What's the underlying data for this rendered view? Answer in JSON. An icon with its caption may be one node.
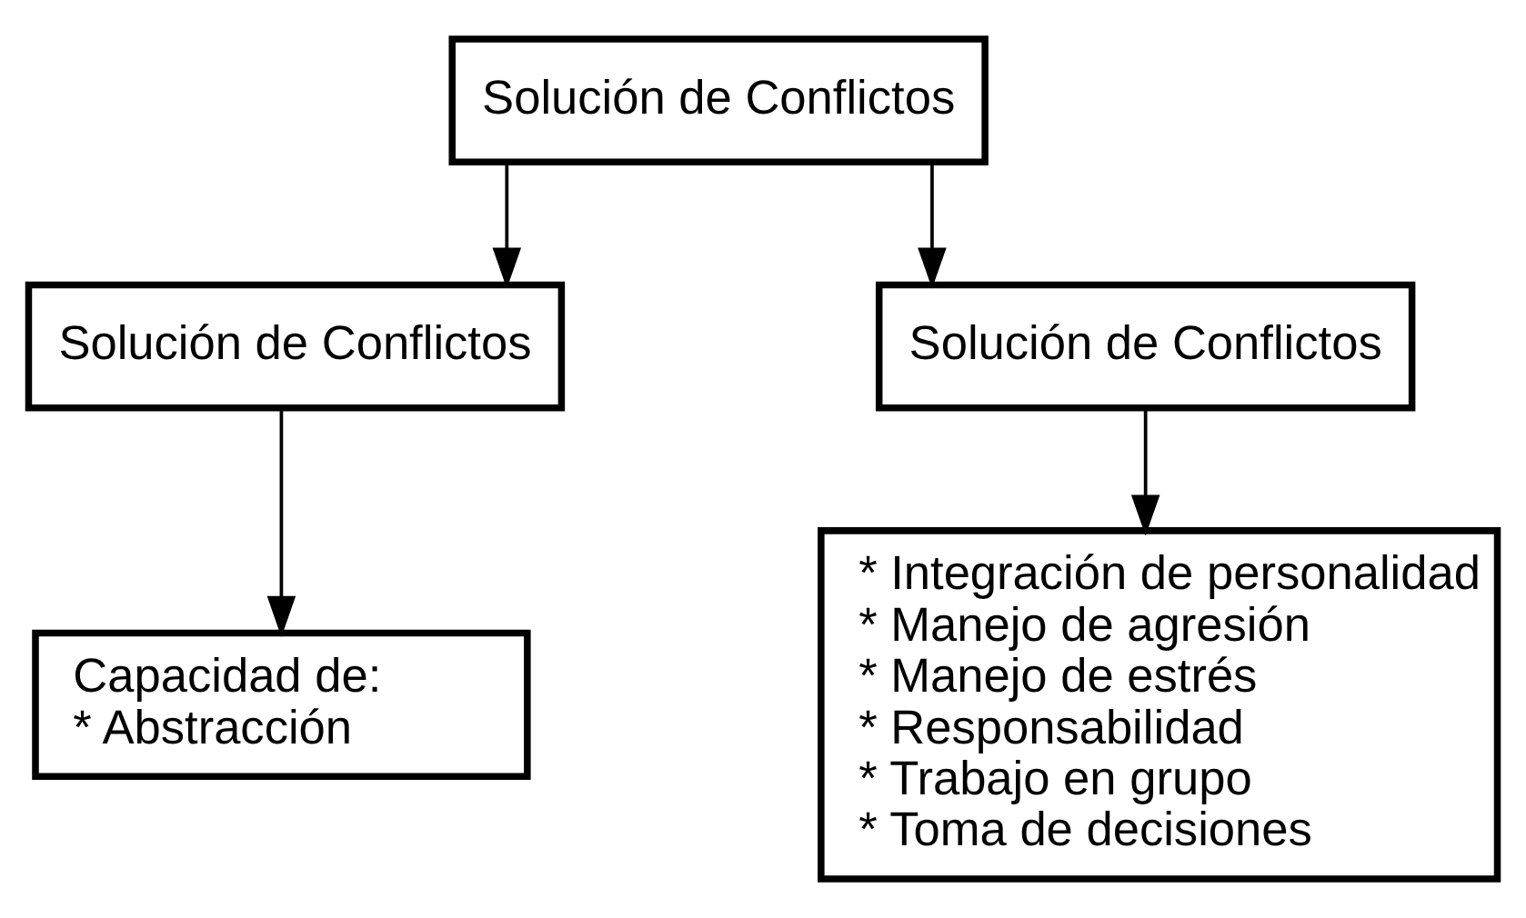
{
  "diagram": {
    "nodes": [
      {
        "text": [
          "Solución de Conflictos"
        ]
      },
      {
        "text": [
          "Solución de Conflictos"
        ]
      },
      {
        "text": [
          "Solución de Conflictos"
        ]
      },
      {
        "text": [
          "Capacidad de:",
          "* Abstracción"
        ]
      },
      {
        "text": [
          "* Integración de personalidad",
          "* Manejo de agresión",
          "* Manejo de estrés",
          "* Responsabilidad",
          "* Trabajo en grupo",
          "* Toma de decisiones"
        ]
      }
    ],
    "edges": [
      {
        "from": 0,
        "to": 1,
        "arrow": "to"
      },
      {
        "from": 0,
        "to": 2,
        "arrow": "to"
      },
      {
        "from": 1,
        "to": 3,
        "arrow": "to"
      },
      {
        "from": 2,
        "to": 4,
        "arrow": "to"
      }
    ]
  }
}
